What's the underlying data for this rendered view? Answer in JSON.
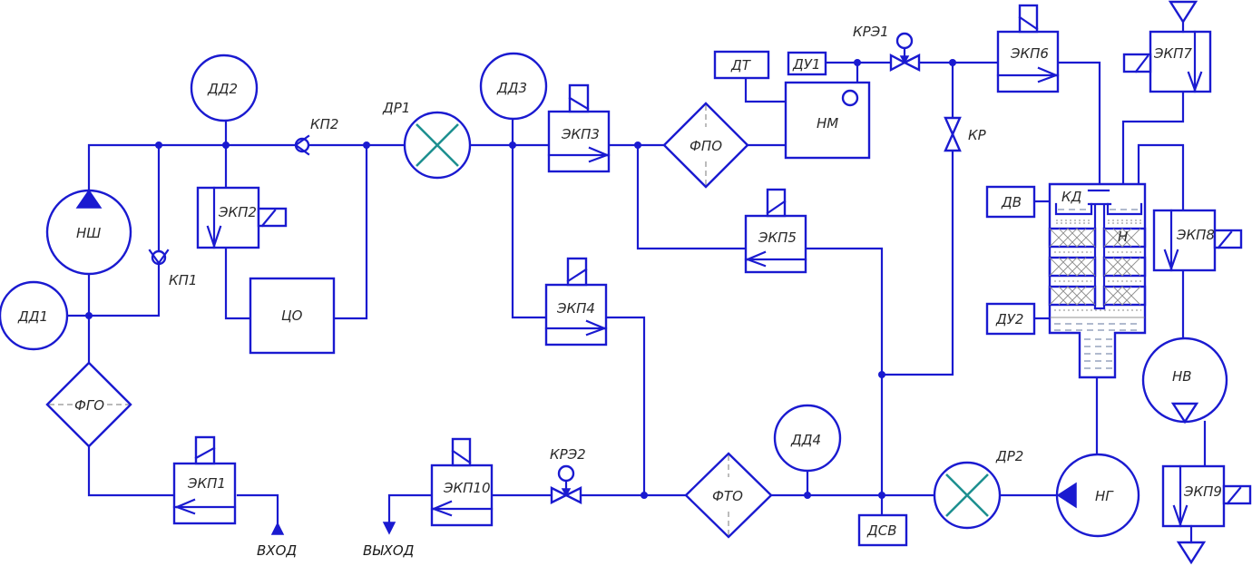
{
  "diagram": {
    "title": "",
    "type": "hydraulic-schematic",
    "colors": {
      "line": "#1a1ad0",
      "throttle_cross": "#1e9090",
      "text": "#2a2a2a"
    },
    "labels": {
      "dd1": "ДД1",
      "dd2": "ДД2",
      "dd3": "ДД3",
      "dd4": "ДД4",
      "nsh": "НШ",
      "ng": "НГ",
      "nv": "НВ",
      "nm": "НМ",
      "kp1": "КП1",
      "kp2": "КП2",
      "dr1": "ДР1",
      "dr2": "ДР2",
      "co": "ЦО",
      "fgo": "ФГО",
      "fpo": "ФПО",
      "fto": "ФТО",
      "ekp1": "ЭКП1",
      "ekp2": "ЭКП2",
      "ekp3": "ЭКП3",
      "ekp4": "ЭКП4",
      "ekp5": "ЭКП5",
      "ekp6": "ЭКП6",
      "ekp7": "ЭКП7",
      "ekp8": "ЭКП8",
      "ekp9": "ЭКП9",
      "ekp10": "ЭКП10",
      "dt": "ДТ",
      "du1": "ДУ1",
      "du2": "ДУ2",
      "dv": "ДВ",
      "dsv": "ДСВ",
      "kre1": "КРЭ1",
      "kre2": "КРЭ2",
      "kr": "КР",
      "kd": "КД",
      "n": "Н",
      "input": "ВХОД",
      "output": "ВЫХОД"
    },
    "nodes": [
      {
        "id": "nsh",
        "kind": "pump",
        "label": "НШ"
      },
      {
        "id": "ng",
        "kind": "pump",
        "label": "НГ"
      },
      {
        "id": "nv",
        "kind": "pump",
        "label": "НВ"
      },
      {
        "id": "nm",
        "kind": "pump-motor",
        "label": "НМ"
      },
      {
        "id": "dd1",
        "kind": "pressure-sensor",
        "label": "ДД1"
      },
      {
        "id": "dd2",
        "kind": "pressure-sensor",
        "label": "ДД2"
      },
      {
        "id": "dd3",
        "kind": "pressure-sensor",
        "label": "ДД3"
      },
      {
        "id": "dd4",
        "kind": "pressure-sensor",
        "label": "ДД4"
      },
      {
        "id": "kp1",
        "kind": "check-valve",
        "label": "КП1"
      },
      {
        "id": "kp2",
        "kind": "check-valve",
        "label": "КП2"
      },
      {
        "id": "dr1",
        "kind": "throttle",
        "label": "ДР1"
      },
      {
        "id": "dr2",
        "kind": "throttle",
        "label": "ДР2"
      },
      {
        "id": "co",
        "kind": "cylinder",
        "label": "ЦО"
      },
      {
        "id": "fgo",
        "kind": "filter",
        "label": "ФГО"
      },
      {
        "id": "fpo",
        "kind": "filter",
        "label": "ФПО"
      },
      {
        "id": "fto",
        "kind": "filter",
        "label": "ФТО"
      },
      {
        "id": "ekp1",
        "kind": "solenoid-valve",
        "label": "ЭКП1"
      },
      {
        "id": "ekp2",
        "kind": "solenoid-valve",
        "label": "ЭКП2"
      },
      {
        "id": "ekp3",
        "kind": "solenoid-valve",
        "label": "ЭКП3"
      },
      {
        "id": "ekp4",
        "kind": "solenoid-valve",
        "label": "ЭКП4"
      },
      {
        "id": "ekp5",
        "kind": "solenoid-valve",
        "label": "ЭКП5"
      },
      {
        "id": "ekp6",
        "kind": "solenoid-valve",
        "label": "ЭКП6"
      },
      {
        "id": "ekp7",
        "kind": "solenoid-valve",
        "label": "ЭКП7"
      },
      {
        "id": "ekp8",
        "kind": "solenoid-valve",
        "label": "ЭКП8"
      },
      {
        "id": "ekp9",
        "kind": "solenoid-valve",
        "label": "ЭКП9"
      },
      {
        "id": "ekp10",
        "kind": "solenoid-valve",
        "label": "ЭКП10"
      },
      {
        "id": "dt",
        "kind": "sensor-box",
        "label": "ДТ"
      },
      {
        "id": "du1",
        "kind": "sensor-box",
        "label": "ДУ1"
      },
      {
        "id": "du2",
        "kind": "sensor-box",
        "label": "ДУ2"
      },
      {
        "id": "dv",
        "kind": "sensor-box",
        "label": "ДВ"
      },
      {
        "id": "dsv",
        "kind": "sensor-box",
        "label": "ДСВ"
      },
      {
        "id": "kre1",
        "kind": "motorized-valve",
        "label": "КРЭ1"
      },
      {
        "id": "kre2",
        "kind": "motorized-valve",
        "label": "КРЭ2"
      },
      {
        "id": "kr",
        "kind": "manual-valve",
        "label": "КР"
      },
      {
        "id": "tank",
        "kind": "separator-tank",
        "label": "КД / Н"
      }
    ]
  }
}
